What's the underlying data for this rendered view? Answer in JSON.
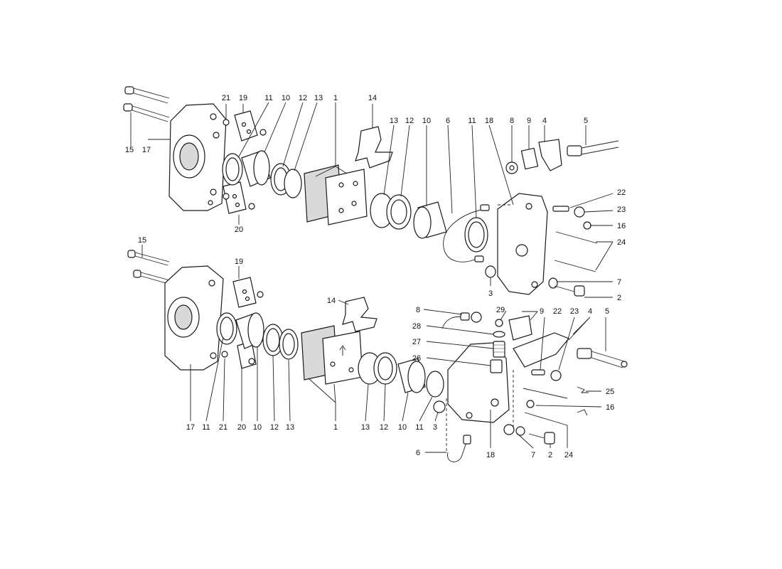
{
  "upper_assembly": {
    "labels": [
      "21",
      "19",
      "11",
      "10",
      "12",
      "13",
      "1",
      "14",
      "13",
      "12",
      "10",
      "6",
      "11",
      "18",
      "8",
      "9",
      "4",
      "5",
      "15",
      "17",
      "20",
      "22",
      "23",
      "16",
      "24",
      "3",
      "7",
      "2"
    ]
  },
  "lower_assembly": {
    "labels": [
      "15",
      "19",
      "14",
      "8",
      "29",
      "28",
      "27",
      "26",
      "9",
      "22",
      "23",
      "4",
      "5",
      "25",
      "16",
      "17",
      "11",
      "21",
      "20",
      "10",
      "12",
      "13",
      "1",
      "13",
      "12",
      "10",
      "11",
      "3",
      "18",
      "7",
      "2",
      "24",
      "6"
    ]
  }
}
